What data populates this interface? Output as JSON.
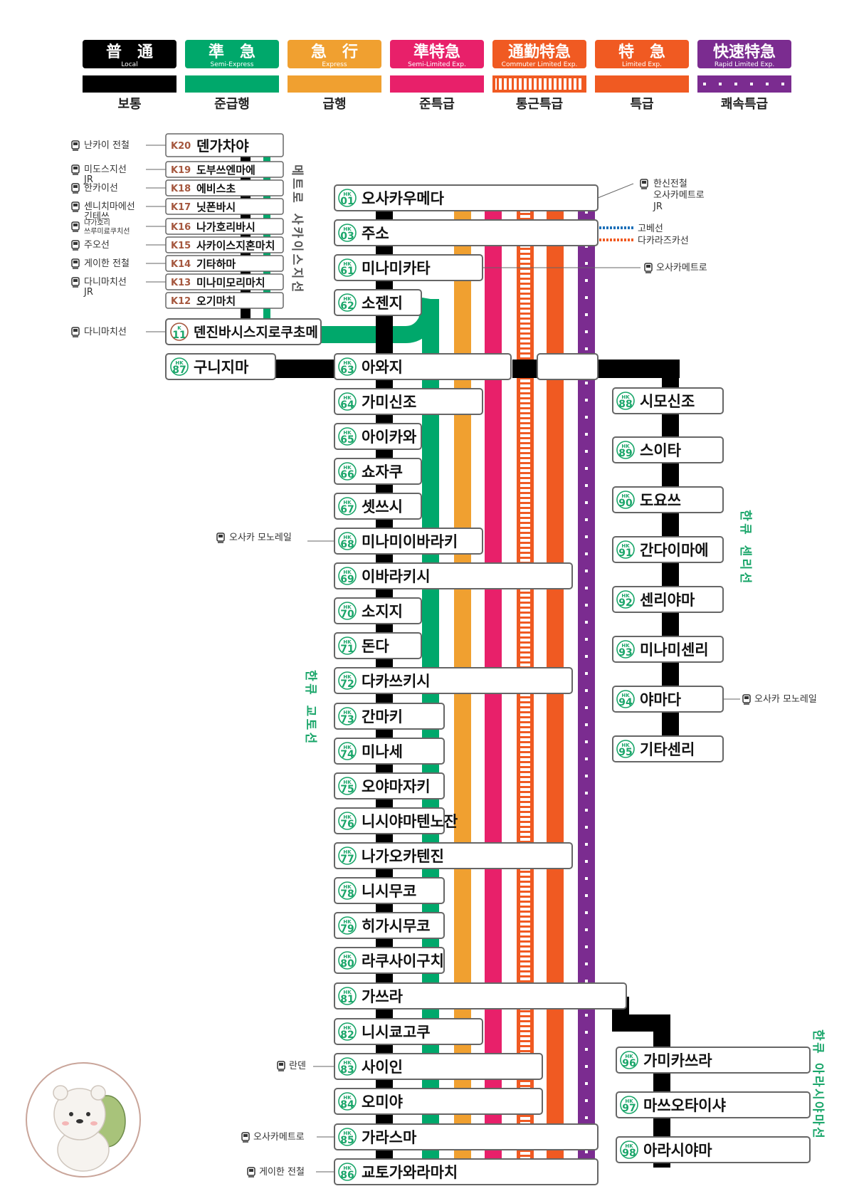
{
  "legend": [
    {
      "kanji": "普　通",
      "en": "Local",
      "ko": "보통",
      "color": "#000000",
      "bar": "solid"
    },
    {
      "kanji": "準　急",
      "en": "Semi-Express",
      "ko": "준급행",
      "color": "#00a86b",
      "bar": "solid"
    },
    {
      "kanji": "急　行",
      "en": "Express",
      "ko": "급행",
      "color": "#f0a030",
      "bar": "solid"
    },
    {
      "kanji": "準特急",
      "en": "Semi-Limited Exp.",
      "ko": "준특급",
      "color": "#e8206a",
      "bar": "solid"
    },
    {
      "kanji": "通勤特急",
      "en": "Commuter Limited Exp.",
      "ko": "통근특급",
      "color": "#f05a22",
      "bar": "ladder"
    },
    {
      "kanji": "特　急",
      "en": "Limited Exp.",
      "ko": "특급",
      "color": "#f05a22",
      "bar": "solid"
    },
    {
      "kanji": "快速特急",
      "en": "Rapid Limited Exp.",
      "ko": "쾌속특급",
      "color": "#7b2c90",
      "bar": "dotted"
    }
  ],
  "colors": {
    "local": "#000000",
    "semi_express": "#00a86b",
    "express": "#f0a030",
    "semi_limited": "#e8206a",
    "commuter": "#f05a22",
    "limited": "#f05a22",
    "rapid": "#7b2c90",
    "line_label": "#1aa66a",
    "k_code": "#a5573e"
  },
  "sakaisuji": {
    "line_label": "메트로 사카이스지선",
    "stations": [
      {
        "code": "K20",
        "name": "덴가차야",
        "connections": [
          "난카이 전철"
        ]
      },
      {
        "code": "K19",
        "name": "도부쓰엔마에",
        "connections": [
          "미도스지선",
          "JR"
        ]
      },
      {
        "code": "K18",
        "name": "에비스초",
        "connections": [
          "한카이선"
        ]
      },
      {
        "code": "K17",
        "name": "닛폰바시",
        "connections": [
          "센니치마에선",
          "긴테쓰"
        ]
      },
      {
        "code": "K16",
        "name": "나가호리바시",
        "connections": [
          "나가호리",
          "쓰루미료쿠치선"
        ]
      },
      {
        "code": "K15",
        "name": "사카이스지혼마치",
        "connections": [
          "주오선"
        ]
      },
      {
        "code": "K14",
        "name": "기타하마",
        "connections": [
          "게이한 전철"
        ]
      },
      {
        "code": "K13",
        "name": "미나미모리마치",
        "connections": [
          "다니마치선",
          "JR"
        ]
      },
      {
        "code": "K12",
        "name": "오기마치",
        "connections": []
      }
    ],
    "tenjinbashi": {
      "k": "K",
      "n": "11",
      "name": "덴진바시스지로쿠초메",
      "connection": "다니마치선"
    }
  },
  "kyoto_line": {
    "line_label": "한큐 교토선",
    "stations": [
      {
        "hk": "HK",
        "n": "01",
        "name": "오사카우메다",
        "connections": [
          "한신전철",
          "오사카메트로",
          "JR"
        ]
      },
      {
        "hk": "HK",
        "n": "03",
        "name": "주소",
        "connections": [
          "고베선",
          "다카라즈카선"
        ]
      },
      {
        "hk": "HK",
        "n": "61",
        "name": "미나미카타",
        "connections": [
          "오사카메트로"
        ]
      },
      {
        "hk": "HK",
        "n": "62",
        "name": "소젠지",
        "connections": []
      },
      {
        "hk": "HK",
        "n": "63",
        "name": "아와지",
        "connections": []
      },
      {
        "hk": "HK",
        "n": "64",
        "name": "가미신조",
        "connections": []
      },
      {
        "hk": "HK",
        "n": "65",
        "name": "아이카와",
        "connections": []
      },
      {
        "hk": "HK",
        "n": "66",
        "name": "쇼자쿠",
        "connections": []
      },
      {
        "hk": "HK",
        "n": "67",
        "name": "셋쓰시",
        "connections": []
      },
      {
        "hk": "HK",
        "n": "68",
        "name": "미나미이바라키",
        "connections": [
          "오사카 모노레일"
        ]
      },
      {
        "hk": "HK",
        "n": "69",
        "name": "이바라키시",
        "connections": []
      },
      {
        "hk": "HK",
        "n": "70",
        "name": "소지지",
        "connections": []
      },
      {
        "hk": "HK",
        "n": "71",
        "name": "돈다",
        "connections": []
      },
      {
        "hk": "HK",
        "n": "72",
        "name": "다카쓰키시",
        "connections": []
      },
      {
        "hk": "HK",
        "n": "73",
        "name": "간마키",
        "connections": []
      },
      {
        "hk": "HK",
        "n": "74",
        "name": "미나세",
        "connections": []
      },
      {
        "hk": "HK",
        "n": "75",
        "name": "오야마자키",
        "connections": []
      },
      {
        "hk": "HK",
        "n": "76",
        "name": "니시야마텐노잔",
        "connections": []
      },
      {
        "hk": "HK",
        "n": "77",
        "name": "나가오카텐진",
        "connections": []
      },
      {
        "hk": "HK",
        "n": "78",
        "name": "니시무코",
        "connections": []
      },
      {
        "hk": "HK",
        "n": "79",
        "name": "히가시무코",
        "connections": []
      },
      {
        "hk": "HK",
        "n": "80",
        "name": "라쿠사이구치",
        "connections": []
      },
      {
        "hk": "HK",
        "n": "81",
        "name": "가쓰라",
        "connections": []
      },
      {
        "hk": "HK",
        "n": "82",
        "name": "니시쿄고쿠",
        "connections": []
      },
      {
        "hk": "HK",
        "n": "83",
        "name": "사이인",
        "connections": [
          "란덴"
        ]
      },
      {
        "hk": "HK",
        "n": "84",
        "name": "오미야",
        "connections": []
      },
      {
        "hk": "HK",
        "n": "85",
        "name": "가라스마",
        "connections": [
          "오사카메트로"
        ]
      },
      {
        "hk": "HK",
        "n": "86",
        "name": "교토가와라마치",
        "connections": [
          "게이한 전철"
        ]
      }
    ]
  },
  "kunijima": {
    "hk": "HK",
    "n": "87",
    "name": "구니지마"
  },
  "senri_line": {
    "line_label": "한큐 센리선",
    "stations": [
      {
        "hk": "HK",
        "n": "88",
        "name": "시모신조",
        "connections": []
      },
      {
        "hk": "HK",
        "n": "89",
        "name": "스이타",
        "connections": []
      },
      {
        "hk": "HK",
        "n": "90",
        "name": "도요쓰",
        "connections": []
      },
      {
        "hk": "HK",
        "n": "91",
        "name": "간다이마에",
        "connections": []
      },
      {
        "hk": "HK",
        "n": "92",
        "name": "센리야마",
        "connections": []
      },
      {
        "hk": "HK",
        "n": "93",
        "name": "미나미센리",
        "connections": []
      },
      {
        "hk": "HK",
        "n": "94",
        "name": "야마다",
        "connections": [
          "오사카 모노레일"
        ]
      },
      {
        "hk": "HK",
        "n": "95",
        "name": "기타센리",
        "connections": []
      }
    ]
  },
  "arashiyama_line": {
    "line_label": "한큐 아라시야마선",
    "stations": [
      {
        "hk": "HK",
        "n": "96",
        "name": "가미카쓰라",
        "connections": []
      },
      {
        "hk": "HK",
        "n": "97",
        "name": "마쓰오타이샤",
        "connections": []
      },
      {
        "hk": "HK",
        "n": "98",
        "name": "아라시야마",
        "connections": []
      }
    ]
  },
  "icons": {
    "train": "train-icon",
    "mascot": "bear-mascot"
  }
}
